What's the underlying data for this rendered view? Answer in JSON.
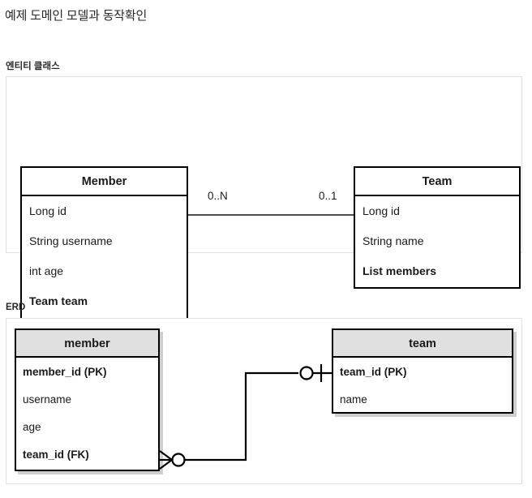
{
  "page": {
    "title": "예제 도메인 모델과 동작확인"
  },
  "sections": {
    "entity": {
      "label": "엔티티 클래스",
      "diagram": {
        "type": "uml-class-diagram",
        "classes": [
          {
            "name": "Member",
            "attributes": [
              {
                "text": "Long id",
                "bold": false
              },
              {
                "text": "String username",
                "bold": false
              },
              {
                "text": "int age",
                "bold": false
              },
              {
                "text": "Team team",
                "bold": true
              }
            ]
          },
          {
            "name": "Team",
            "attributes": [
              {
                "text": "Long id",
                "bold": false
              },
              {
                "text": "String name",
                "bold": false
              },
              {
                "text": "List members",
                "bold": true
              }
            ]
          }
        ],
        "association": {
          "source_multiplicity": "0..N",
          "target_multiplicity": "0..1"
        }
      }
    },
    "erd": {
      "label": "ERD",
      "diagram": {
        "type": "entity-relationship-diagram",
        "header_fill": "#e0e0e0",
        "tables": [
          {
            "name": "member",
            "columns": [
              {
                "text": "member_id (PK)",
                "bold": true
              },
              {
                "text": "username",
                "bold": false
              },
              {
                "text": "age",
                "bold": false
              },
              {
                "text": "team_id (FK)",
                "bold": true
              }
            ]
          },
          {
            "name": "team",
            "columns": [
              {
                "text": "team_id (PK)",
                "bold": true
              },
              {
                "text": "name",
                "bold": false
              }
            ]
          }
        ],
        "relationship": {
          "member_side_notation": "zero-or-many",
          "team_side_notation": "zero-or-one"
        }
      }
    }
  }
}
